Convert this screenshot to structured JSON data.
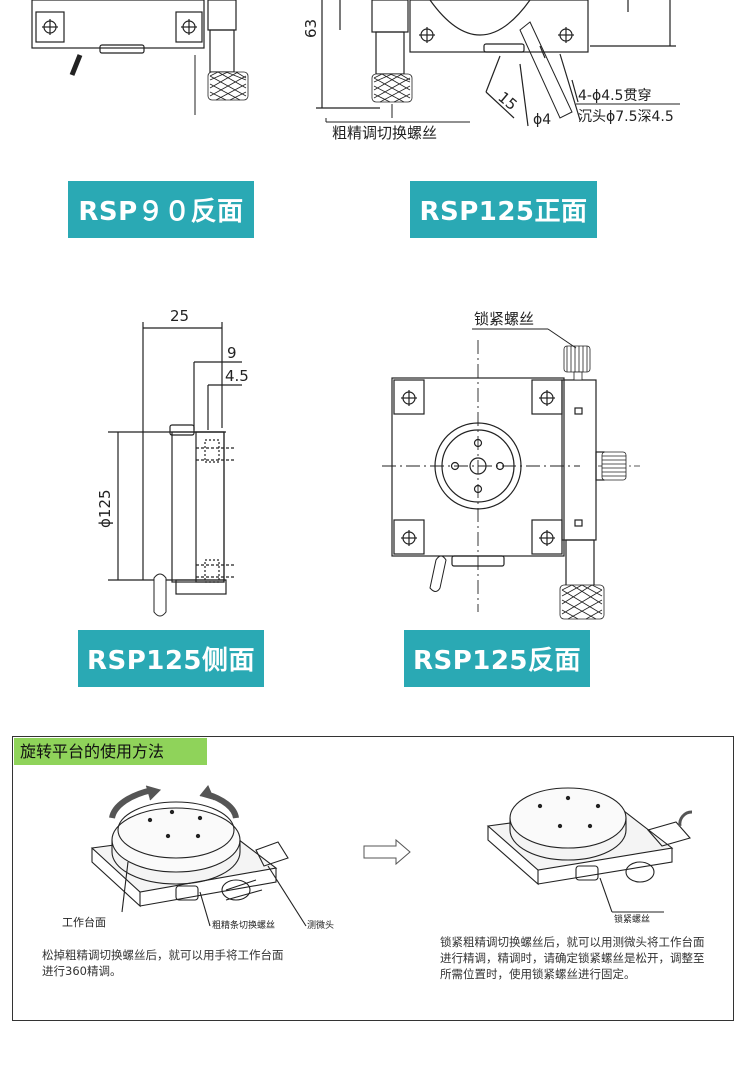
{
  "top": {
    "dim_63": "63",
    "dim_15": "15",
    "dim_phi4": "ϕ4",
    "label_switch_screw": "粗精调切换螺丝",
    "hole_spec_line1": "4-ϕ4.5贯穿",
    "hole_spec_line2": "沉头ϕ7.5深4.5",
    "badge_rsp90_back": "RSP９０反面",
    "badge_rsp125_front": "RSP125正面"
  },
  "middle": {
    "dim_25": "25",
    "dim_9": "9",
    "dim_4_5": "4.5",
    "dim_phi125": "ϕ125",
    "label_lock_screw": "锁紧螺丝",
    "badge_rsp125_side": "RSP125侧面",
    "badge_rsp125_back": "RSP125反面"
  },
  "usage": {
    "title": "旋转平台的使用方法",
    "label_work_surface": "工作台面",
    "label_coarse_fine": "粗精条切换螺丝",
    "label_micrometer": "测微头",
    "label_lock": "锁紧螺丝",
    "desc_left": "松掉粗精调切换螺丝后，就可以用手将工作台面进行360精调。",
    "desc_right": "锁紧粗精调切换螺丝后，就可以用测微头将工作台面进行精调，精调时，请确定锁紧螺丝是松开，调整至所需位置时，使用锁紧螺丝进行固定。"
  },
  "colors": {
    "badge": "#2aa9b4",
    "usage_title_bg": "#8fd35a"
  }
}
